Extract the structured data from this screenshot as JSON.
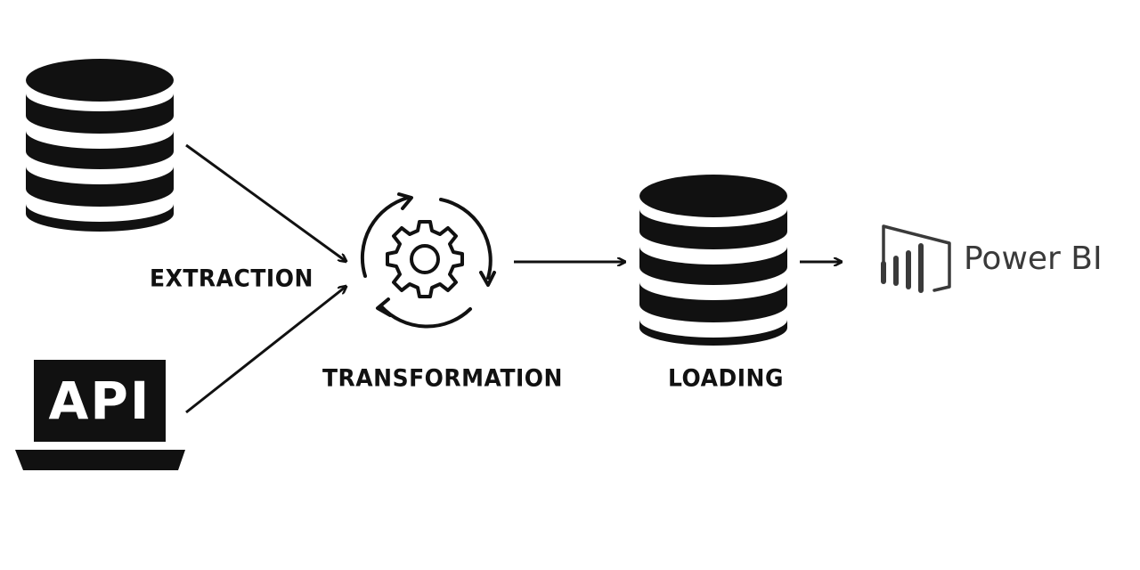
{
  "diagram": {
    "stages": [
      {
        "id": "extraction",
        "label": "EXTRACTION"
      },
      {
        "id": "transformation",
        "label": "TRANSFORMATION"
      },
      {
        "id": "loading",
        "label": "LOADING"
      }
    ],
    "sources": {
      "database_icon": "database-icon",
      "api_icon": "laptop-icon",
      "api_text": "API"
    },
    "transformation_icon": "gear-refresh-icon",
    "destination": {
      "icon": "power-bi-logo",
      "label": "Power BI"
    },
    "colors": {
      "ink": "#111111",
      "background": "#ffffff",
      "powerbi_text": "#3a3a3a"
    }
  }
}
